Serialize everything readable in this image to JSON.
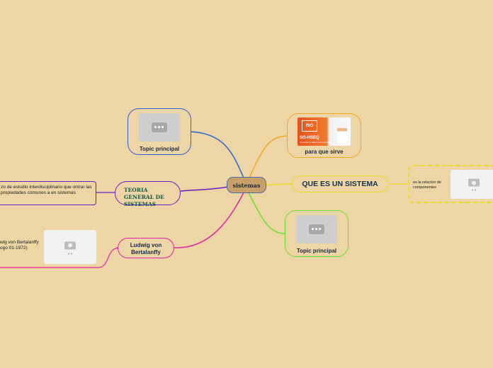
{
  "center": {
    "title": "sistemas"
  },
  "branches": {
    "right_top": {
      "label": "para que sirve",
      "image_title": "SG-HSEQ",
      "image_caption": "Creemos en hacer las cosas bien",
      "badge": "ISO"
    },
    "right_middle": {
      "label": "QUE ES UN SISTEMA",
      "sub_text": "es la relación de componentes"
    },
    "right_bottom": {
      "label": "Topic principal"
    },
    "left_top": {
      "label": "Topic principal"
    },
    "left_middle": {
      "label": "TEORIA GENERAL DE SISTEMAS",
      "sub_text": "zo de estudio interdisciplinario que ontrar las propiedades comunes a en sistemas"
    },
    "left_bottom": {
      "label": "Ludwig von Bertalanffy",
      "sub_text": "wig von Bertalanffy ogo 01-1972)"
    }
  },
  "colors": {
    "background": "#EDD5A6",
    "blue": "#2E66D6",
    "purple": "#6A1FC1",
    "magenta": "#E0269E",
    "orange": "#F5A623",
    "yellow": "#E8E027",
    "green": "#6CE02A"
  },
  "icons": [
    "image-placeholder-icon",
    "camera-icon"
  ]
}
